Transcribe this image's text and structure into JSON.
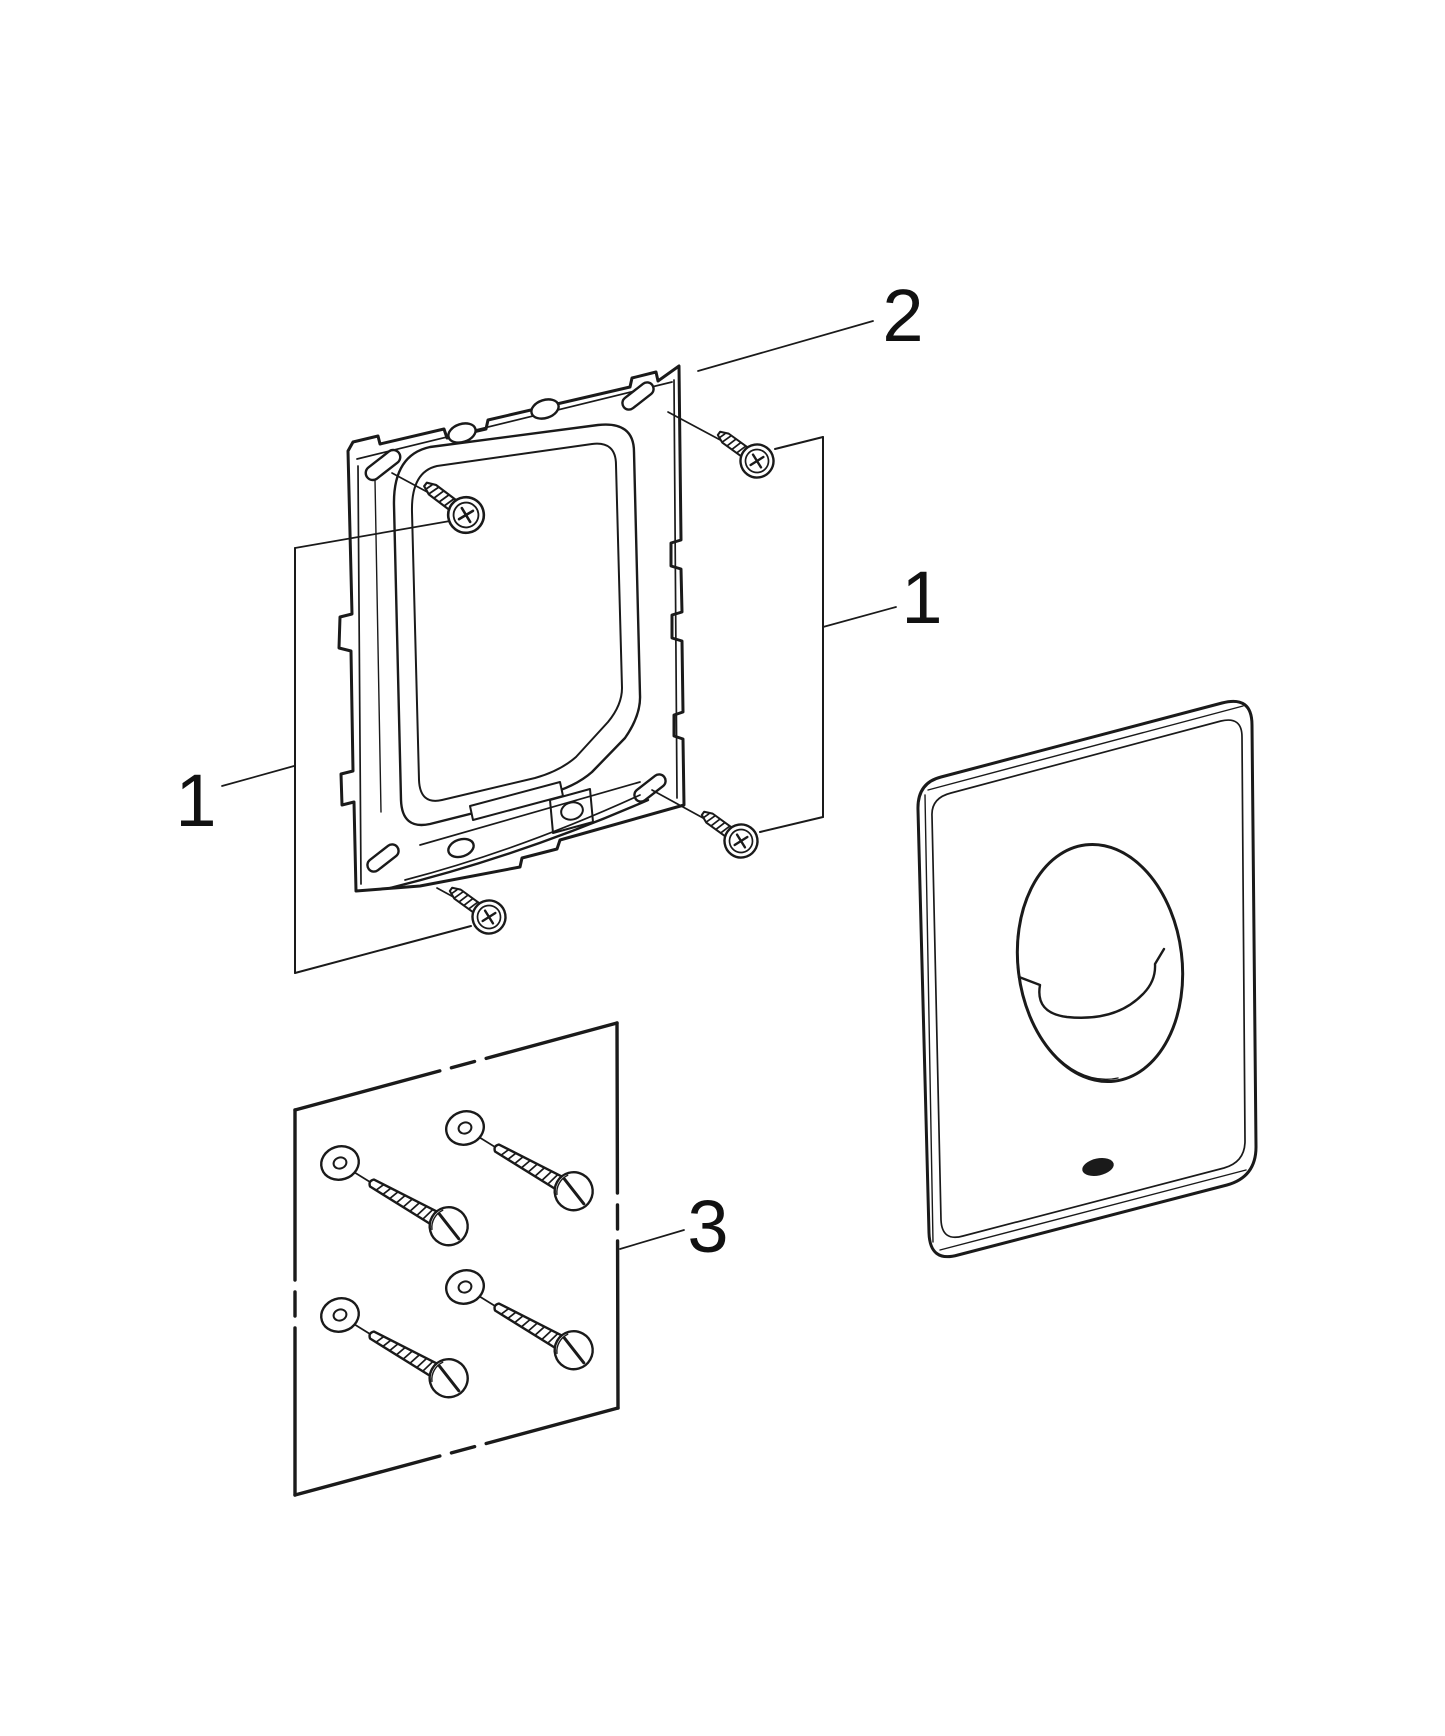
{
  "diagram": {
    "type": "exploded-parts-diagram",
    "background_color": "#ffffff",
    "line_color": "#1a1a1a",
    "callouts": {
      "part2": {
        "text": "2"
      },
      "part1_right": {
        "text": "1"
      },
      "part1_left": {
        "text": "1"
      },
      "part3": {
        "text": "3"
      }
    },
    "parts": {
      "plane1": "screw-group-plane",
      "frame": "mounting-frame",
      "plate": "flush-actuation-plate",
      "plane3": "wood-screw-set-plane"
    }
  }
}
